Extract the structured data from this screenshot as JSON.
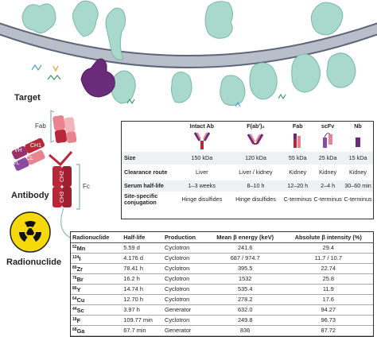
{
  "labels": {
    "target": "Target",
    "antibody": "Antibody",
    "radionuclide": "Radionuclide",
    "fab": "Fab",
    "fc": "Fc",
    "vh": "VH",
    "ch1": "CH1",
    "vl": "VL",
    "cl": "CL",
    "ch2": "CH2",
    "ch3": "CH3"
  },
  "formats_table": {
    "columns": [
      "Intact Ab",
      "F(ab')₂",
      "Fab",
      "scFv",
      "Nb"
    ],
    "rows": [
      {
        "header": "Size",
        "cells": [
          "150 kDa",
          "120 kDa",
          "55 kDa",
          "25 kDa",
          "15 kDa"
        ]
      },
      {
        "header": "Clearance route",
        "cells": [
          "Liver",
          "Liver / kidney",
          "Kidney",
          "Kidney",
          "Kidney"
        ]
      },
      {
        "header": "Serum half-life",
        "cells": [
          "1–3 weeks",
          "8–10 h",
          "12–20 h",
          "2–4 h",
          "30–60 min"
        ]
      },
      {
        "header": "Site-specific conjugation",
        "cells": [
          "Hinge disulfides",
          "Hinge disulfides",
          "C-terminus",
          "C-terminus",
          "C-terminus"
        ]
      }
    ]
  },
  "nuclide_table": {
    "headers": [
      "Radionuclide",
      "Half-life",
      "Production",
      "Mean β energy (keV)",
      "Absolute β intensity (%)"
    ],
    "rows": [
      {
        "mass": "52",
        "el": "Mn",
        "half_life": "5.59 d",
        "production": "Cyclotron",
        "energy": "241.6",
        "intensity": "29.4"
      },
      {
        "mass": "124",
        "el": "I",
        "half_life": "4.176 d",
        "production": "Cyclotron",
        "energy": "687 / 974.7",
        "intensity": "11.7 / 10.7"
      },
      {
        "mass": "89",
        "el": "Zr",
        "half_life": "78.41 h",
        "production": "Cyclotron",
        "energy": "395.5",
        "intensity": "22.74"
      },
      {
        "mass": "76",
        "el": "Br",
        "half_life": "16.2 h",
        "production": "Cyclotron",
        "energy": "1532",
        "intensity": "25.8"
      },
      {
        "mass": "86",
        "el": "Y",
        "half_life": "14.74 h",
        "production": "Cyclotron",
        "energy": "535.4",
        "intensity": "11.9"
      },
      {
        "mass": "64",
        "el": "Cu",
        "half_life": "12.70 h",
        "production": "Cyclotron",
        "energy": "278.2",
        "intensity": "17.6"
      },
      {
        "mass": "44",
        "el": "Sc",
        "half_life": "3.97 h",
        "production": "Generator",
        "energy": "632.0",
        "intensity": "94.27"
      },
      {
        "mass": "18",
        "el": "F",
        "half_life": "109.77 min",
        "production": "Cyclotron",
        "energy": "249.8",
        "intensity": "96.73"
      },
      {
        "mass": "68",
        "el": "Ga",
        "half_life": "67.7 min",
        "production": "Generator",
        "energy": "836",
        "intensity": "87.72"
      }
    ]
  },
  "colors": {
    "membrane": "#b8bfcb",
    "membrane_edge": "#5d6678",
    "receptor": "#a9d8cc",
    "receptor_edge": "#7cb8a8",
    "antibody_dark": "#b8283a",
    "antibody_light": "#e8838f",
    "vh": "#9b2f6e",
    "vl": "#8a4aa0",
    "purple_ab": "#6a2c7a",
    "hazard_yellow": "#f5d90a",
    "fab_bracket": "#7fb5ae"
  }
}
